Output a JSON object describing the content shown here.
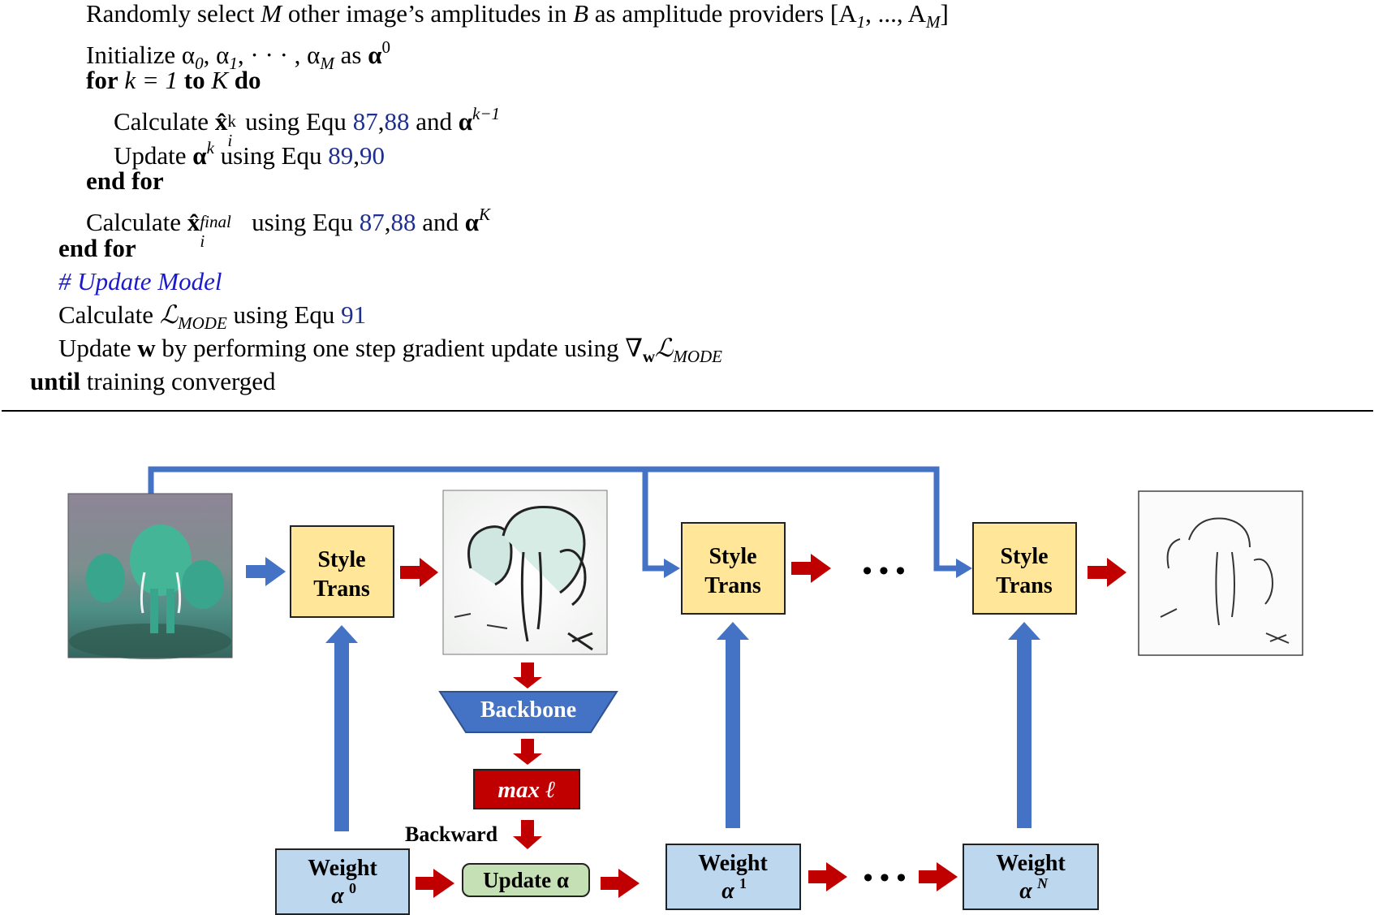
{
  "algorithm": {
    "l1_a": "Randomly select",
    "l1_M": "M",
    "l1_b": "other image’s amplitudes in",
    "l1_B": "B",
    "l1_c": "as amplitude providers [A",
    "l1_s1": "1",
    "l1_d": ", ..., A",
    "l1_sM": "M",
    "l1_e": "]",
    "l2_a": "Initialize α",
    "l2_s0": "0",
    "l2_b": ", α",
    "l2_s1": "1",
    "l2_c": ", · · · , α",
    "l2_sM": "M",
    "l2_d": "as",
    "l2_alpha": "α",
    "l2_sup": "0",
    "l3_for": "for",
    "l3_k": "k = 1",
    "l3_to": "to",
    "l3_K": "K",
    "l3_do": "do",
    "l4_a": "Calculate",
    "l4_x": "x̂",
    "l4_sup": "k",
    "l4_sub": "i",
    "l4_b": "using Equ",
    "l4_r1": "87",
    "l4_comma": ",",
    "l4_r2": "88",
    "l4_c": "and",
    "l4_alpha": "α",
    "l4_asup": "k−1",
    "l5_a": "Update",
    "l5_alpha": "α",
    "l5_sup": "k",
    "l5_b": "using Equ",
    "l5_r1": "89",
    "l5_comma": ",",
    "l5_r2": "90",
    "l6": "end for",
    "l7_a": "Calculate",
    "l7_x": "x̂",
    "l7_sup": "final",
    "l7_sub": "i",
    "l7_b": "using Equ",
    "l7_r1": "87",
    "l7_comma": ",",
    "l7_r2": "88",
    "l7_c": "and",
    "l7_alpha": "α",
    "l7_asup": "K",
    "l8": "end for",
    "l9": "# Update Model",
    "l10_a": "Calculate",
    "l10_L": "ℒ",
    "l10_sub": "MODE",
    "l10_b": "using Equ",
    "l10_r": "91",
    "l11_a": "Update",
    "l11_w": "w",
    "l11_b": "by performing one step gradient update using ∇",
    "l11_wsub": "w",
    "l11_L": "ℒ",
    "l11_sub": "MODE",
    "l12_until": "until",
    "l12_b": "training converged"
  },
  "figure": {
    "style_trans_1": "Style",
    "style_trans_2": "Trans",
    "backbone": "Backbone",
    "max_loss": "max ℓ",
    "backward": "Backward",
    "update_alpha": "Update α",
    "weight": "Weight",
    "alpha": "α",
    "sup_0": "0",
    "sup_1": "1",
    "sup_N": "N",
    "ellipsis": "• • •",
    "colors": {
      "blue_arrow": "#4472c4",
      "red_arrow": "#c00000",
      "style_box": "#ffe699",
      "weight_box": "#bdd7ee",
      "update_box": "#c5e0b4",
      "backbone": "#4472c4",
      "max_box": "#c00000"
    }
  }
}
